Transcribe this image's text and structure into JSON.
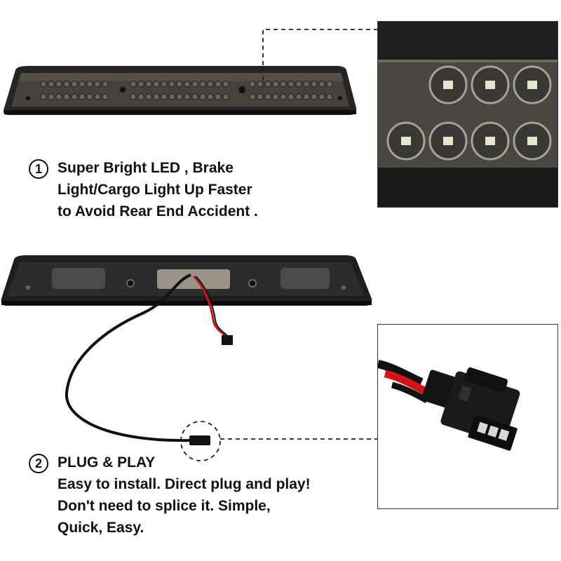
{
  "features": [
    {
      "number": "1",
      "lines": [
        "Super Bright LED , Brake",
        "Light/Cargo Light Up Faster",
        "to Avoid Rear End Accident ."
      ]
    },
    {
      "number": "2",
      "lines": [
        "PLUG & PLAY",
        "Easy to install. Direct plug and play!",
        "Don't need to splice it. Simple,",
        "Quick, Easy."
      ]
    }
  ],
  "colors": {
    "text": "#111111",
    "lens_smoke": "#3a3833",
    "housing": "#1c1c1c",
    "wire_red": "#d21414"
  },
  "icons": {
    "led_closeup": "led-closeup-icon",
    "connector_closeup": "connector-closeup-icon",
    "brake_light_front": "brake-light-front-icon",
    "brake_light_back": "brake-light-back-icon"
  }
}
